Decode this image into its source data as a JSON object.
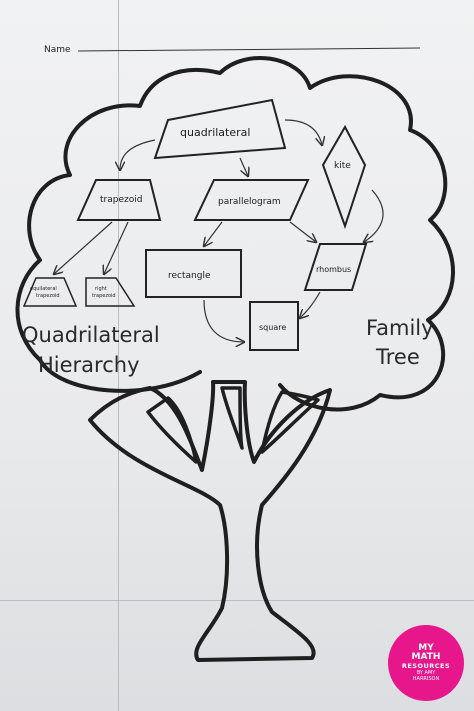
{
  "worksheet": {
    "name_label": "Name",
    "title_left_line1": "Quadrilateral",
    "title_left_line2": "Hierarchy",
    "title_right_line1": "Family",
    "title_right_line2": "Tree"
  },
  "shapes": {
    "quadrilateral": "quadrilateral",
    "kite": "kite",
    "trapezoid": "trapezoid",
    "parallelogram": "parallelogram",
    "rectangle": "rectangle",
    "rhombus": "rhombus",
    "square": "square",
    "equilateral_line1": "equilateral",
    "equilateral_line2": "trapezoid",
    "right_line1": "right",
    "right_line2": "trapezoid"
  },
  "badge": {
    "line1": "MY",
    "line2": "MATH",
    "line3": "RESOURCES",
    "line4a": "BY AMY",
    "line4b": "HARRISON",
    "color": "#e8168b"
  }
}
